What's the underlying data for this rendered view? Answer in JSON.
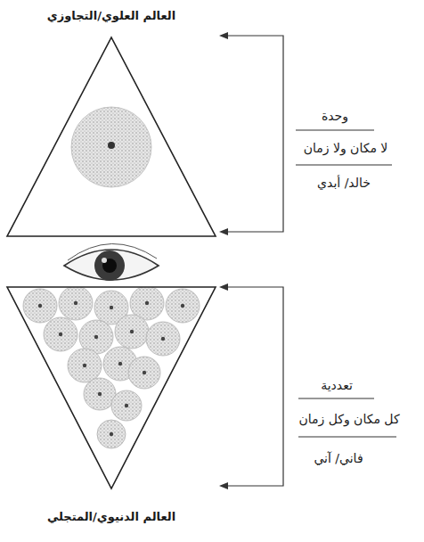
{
  "diagram": {
    "nodes": [
      {
        "text": [
          "العالم العلوي/التجاوزي"
        ]
      },
      {
        "text": [
          "العالم الدنيوي/المتجلي"
        ]
      }
    ],
    "labels": [
      "وحدة",
      "لا مكان ولا زمان",
      "خالد/ أبدي",
      "تعددية",
      "كل مكان وكل زمان",
      "فاني/ آني"
    ]
  }
}
